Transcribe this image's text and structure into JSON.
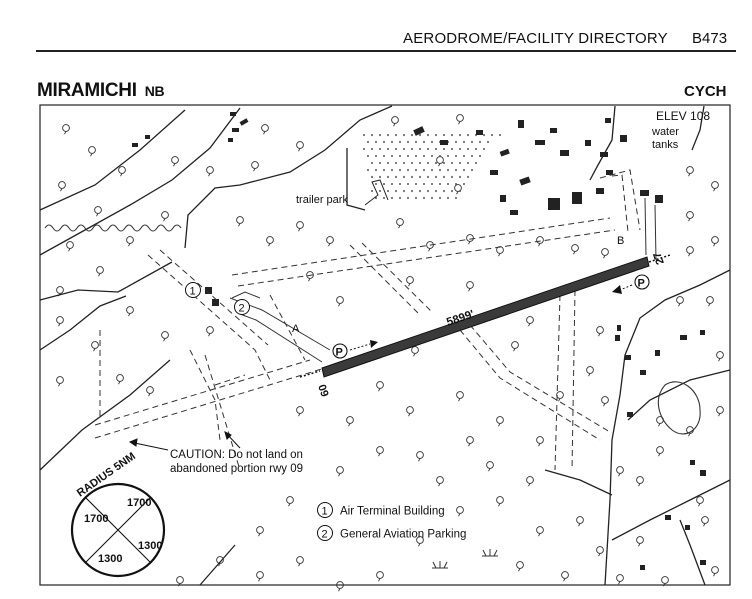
{
  "header": {
    "title": "AERODROME/FACILITY DIRECTORY",
    "page_code": "B473"
  },
  "aerodrome": {
    "name": "MIRAMICHI",
    "province": "NB",
    "identifier": "CYCH"
  },
  "map": {
    "elevation_label": "ELEV 108",
    "water_tanks_line1": "water",
    "water_tanks_line2": "tanks",
    "trailer_park": "trailer park",
    "runway_length": "5899'",
    "runway_end_west": "09",
    "runway_end_east": "27",
    "taxiway_a": "A",
    "taxiway_b": "B",
    "parking_symbol": "P",
    "marker_1": "1",
    "marker_2": "2",
    "caution_line1": "CAUTION: Do not land on",
    "caution_line2": "abandoned portion rwy 09",
    "radius_label": "RADIUS 5NM",
    "quadrants": {
      "top_left": "1700",
      "top_right": "1700",
      "bottom_left": "1300",
      "bottom_right": "1300"
    }
  },
  "legend": {
    "items": [
      {
        "number": "1",
        "label": "Air Terminal Building"
      },
      {
        "number": "2",
        "label": "General Aviation Parking"
      }
    ]
  }
}
